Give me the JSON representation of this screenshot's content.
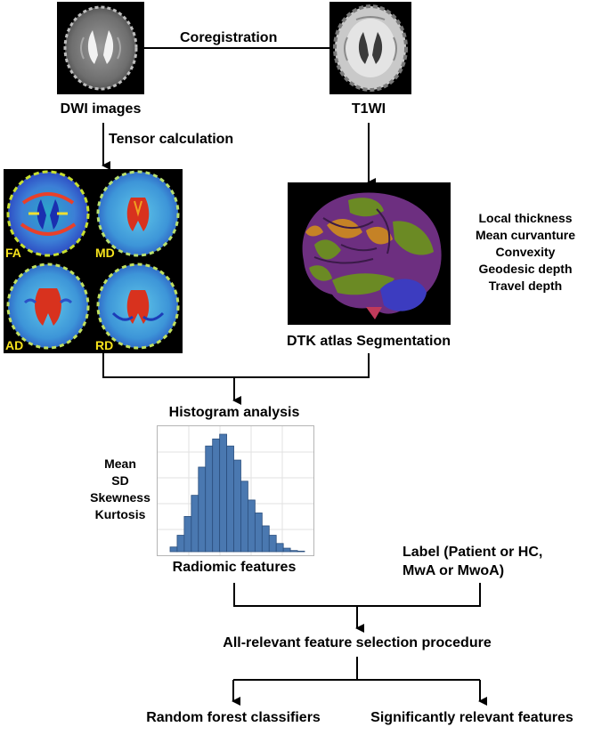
{
  "top": {
    "dwi_label": "DWI images",
    "t1_label": "T1WI",
    "coreg_label": "Coregistration",
    "tensor_label": "Tensor calculation"
  },
  "dti_maps": {
    "tiles": [
      {
        "label": "FA"
      },
      {
        "label": "MD"
      },
      {
        "label": "AD"
      },
      {
        "label": "RD"
      }
    ]
  },
  "atlas": {
    "caption": "DTK atlas Segmentation",
    "metrics": [
      "Local thickness",
      "Mean curvanture",
      "Convexity",
      "Geodesic depth",
      "Travel depth"
    ]
  },
  "histogram": {
    "title": "Histogram analysis",
    "stats": [
      "Mean",
      "SD",
      "Skewness",
      "Kurtosis"
    ],
    "caption": "Radiomic features",
    "bin_heights": [
      0.04,
      0.14,
      0.3,
      0.48,
      0.72,
      0.9,
      0.96,
      1.0,
      0.9,
      0.78,
      0.6,
      0.44,
      0.33,
      0.22,
      0.14,
      0.07,
      0.03,
      0.01,
      0.005
    ]
  },
  "label_box": {
    "line1": "Label (Patient or HC,",
    "line2": "MwA or MwoA)"
  },
  "selection": {
    "label": "All-relevant feature selection procedure"
  },
  "outputs": {
    "left": "Random forest classifiers",
    "right": "Significantly relevant features"
  },
  "colors": {
    "bar": "#4a78b0",
    "tile_text": "#f5e21c"
  }
}
